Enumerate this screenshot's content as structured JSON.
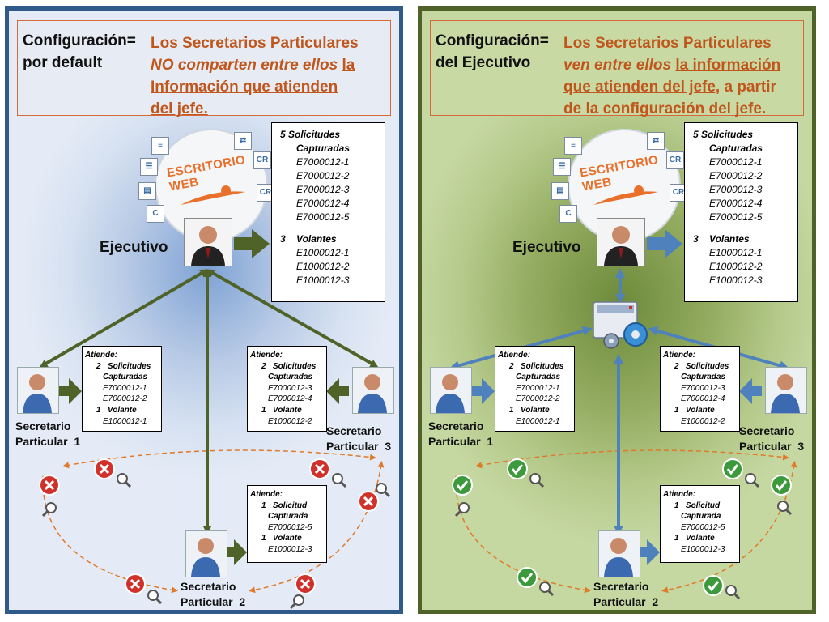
{
  "colors": {
    "left_border": "#2f5a8a",
    "right_border": "#4f6228",
    "orange": "#c0561c",
    "dark_green": "#4f6228",
    "blue_arrow": "#4f81bd",
    "x_red": "#d0322b",
    "check_green": "#3c9a3c"
  },
  "left": {
    "header": {
      "label1": "Configuración=",
      "label2": "por default",
      "text_a": "Los Secretarios Particulares",
      "text_b": "NO comparten entre ellos",
      "text_c": "la",
      "text_d": "Información que atienden",
      "text_e": "del jefe."
    },
    "logo_text": "ESCRITORIO WEB",
    "executive_label": "Ejecutivo",
    "exec_box": {
      "count1": "5",
      "title1a": "Solicitudes",
      "title1b": "Capturadas",
      "items1": [
        "E7000012-1",
        "E7000012-2",
        "E7000012-3",
        "E7000012-4",
        "E7000012-5"
      ],
      "count2": "3",
      "title2": "Volantes",
      "items2": [
        "E1000012-1",
        "E1000012-2",
        "E1000012-3"
      ]
    },
    "sec1": {
      "label_a": "Secretario",
      "label_b": "Particular",
      "num": "1",
      "attends": "Atiende:",
      "c1": "2",
      "t1a": "Solicitudes",
      "t1b": "Capturadas",
      "i1": [
        "E7000012-1",
        "E7000012-2"
      ],
      "c2": "1",
      "t2": "Volante",
      "i2": [
        "E1000012-1"
      ]
    },
    "sec3": {
      "label_a": "Secretario",
      "label_b": "Particular",
      "num": "3",
      "attends": "Atiende:",
      "c1": "2",
      "t1a": "Solicitudes",
      "t1b": "Capturadas",
      "i1": [
        "E7000012-3",
        "E7000012-4"
      ],
      "c2": "1",
      "t2": "Volante",
      "i2": [
        "E1000012-2"
      ]
    },
    "sec2": {
      "label_a": "Secretario",
      "label_b": "Particular",
      "num": "2",
      "attends": "Atiende:",
      "c1": "1",
      "t1a": "Solicitud",
      "t1b": "Capturada",
      "i1": [
        "E7000012-5"
      ],
      "c2": "1",
      "t2": "Volante",
      "i2": [
        "E1000012-3"
      ]
    }
  },
  "right": {
    "header": {
      "label1": "Configuración=",
      "label2": "del Ejecutivo",
      "text_a": "Los Secretarios Particulares",
      "text_b": "ven entre ellos",
      "text_c": "la información",
      "text_d": "que atienden del jefe,",
      "text_e": "a partir",
      "text_f": "de la configuración del jefe."
    },
    "logo_text": "ESCRITORIO WEB",
    "executive_label": "Ejecutivo",
    "exec_box": {
      "count1": "5",
      "title1a": "Solicitudes",
      "title1b": "Capturadas",
      "items1": [
        "E7000012-1",
        "E7000012-2",
        "E7000012-3",
        "E7000012-4",
        "E7000012-5"
      ],
      "count2": "3",
      "title2": "Volantes",
      "items2": [
        "E1000012-1",
        "E1000012-2",
        "E1000012-3"
      ]
    },
    "sec1": {
      "label_a": "Secretario",
      "label_b": "Particular",
      "num": "1",
      "attends": "Atiende:",
      "c1": "2",
      "t1a": "Solicitudes",
      "t1b": "Capturadas",
      "i1": [
        "E7000012-1",
        "E7000012-2"
      ],
      "c2": "1",
      "t2": "Volante",
      "i2": [
        "E1000012-1"
      ]
    },
    "sec3": {
      "label_a": "Secretario",
      "label_b": "Particular",
      "num": "3",
      "attends": "Atiende:",
      "c1": "2",
      "t1a": "Solicitudes",
      "t1b": "Capturadas",
      "i1": [
        "E7000012-3",
        "E7000012-4"
      ],
      "c2": "1",
      "t2": "Volante",
      "i2": [
        "E1000012-2"
      ]
    },
    "sec2": {
      "label_a": "Secretario",
      "label_b": "Particular",
      "num": "2",
      "attends": "Atiende:",
      "c1": "1",
      "t1a": "Solicitud",
      "t1b": "Capturada",
      "i1": [
        "E7000012-5"
      ],
      "c2": "1",
      "t2": "Volante",
      "i2": [
        "E1000012-3"
      ]
    }
  }
}
